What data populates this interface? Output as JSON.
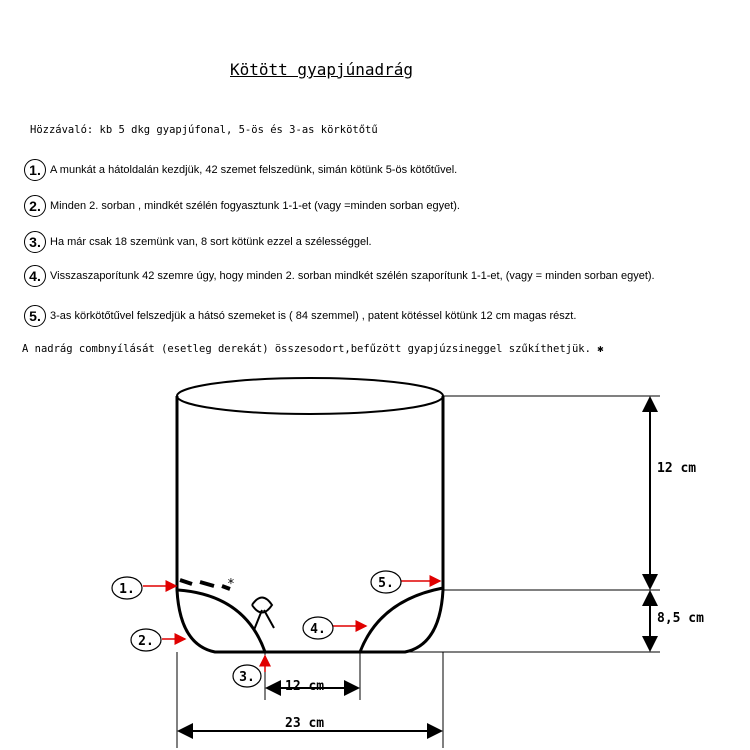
{
  "title": "Kötött gyapjúnadrág",
  "materials": "Hözzávaló: kb 5 dkg gyapjúfonal, 5-ös és 3-as körkötőtű",
  "steps": [
    {
      "num": "1.",
      "text": "A munkát a hátoldalán kezdjük, 42 szemet felszedünk, simán kötünk 5-ös kötőtűvel."
    },
    {
      "num": "2.",
      "text": "Minden 2. sorban , mindkét szélén fogyasztunk 1-1-et (vagy =minden sorban egyet)."
    },
    {
      "num": "3.",
      "text": "Ha már csak 18 szemünk van, 8 sort kötünk ezzel a szélességgel."
    },
    {
      "num": "4.",
      "text": "Visszaszaporítunk 42 szemre úgy, hogy minden 2. sorban mindkét szélén szaporítunk 1-1-et, (vagy = minden sorban egyet)."
    },
    {
      "num": "5.",
      "text": "3-as körkötőtűvel felszedjük a hátsó szemeket is ( 84 szemmel) , patent kötéssel kötünk 12 cm magas részt."
    }
  ],
  "note": "A nadrág combnyílását (esetleg derekát) összesodort,befűzött gyapjúzsineggel szűkíthetjük. ✱",
  "diagram": {
    "height_top": "12 cm",
    "height_bottom": "8,5 cm",
    "width_crotch": "12 cm",
    "width_total": "23 cm",
    "markers": [
      "1.",
      "2.",
      "3.",
      "4.",
      "5."
    ],
    "asterisk": "*",
    "arrow_color": "#e00000"
  }
}
